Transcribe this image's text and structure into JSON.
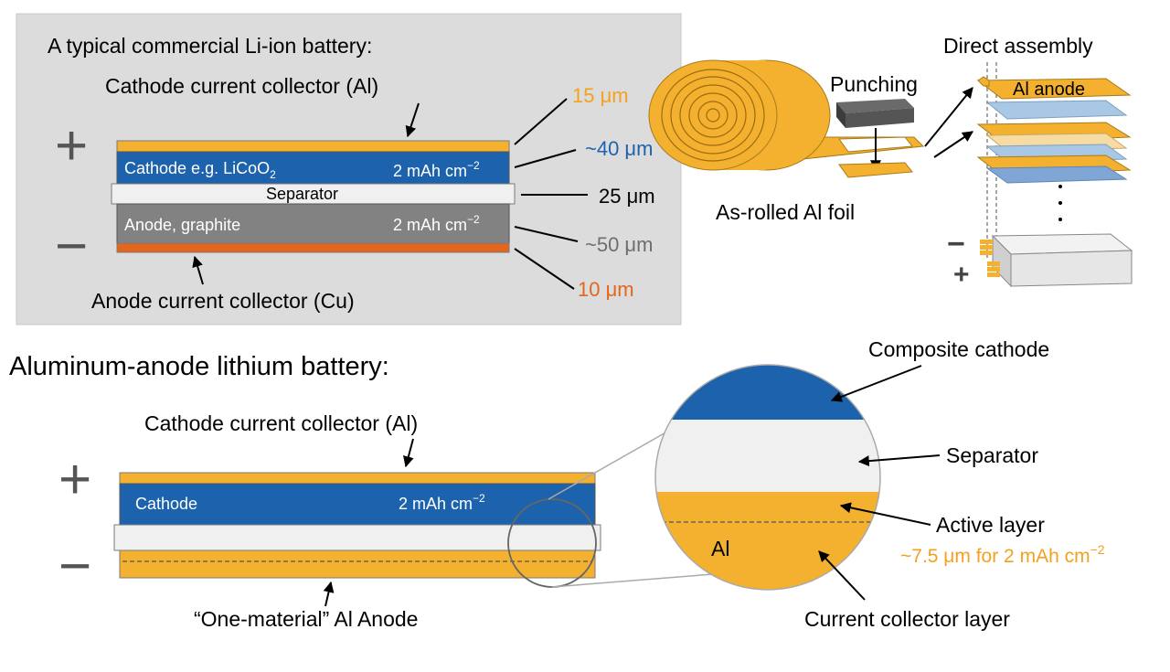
{
  "colors": {
    "orange": "#f3b12f",
    "blue": "#1d62ad",
    "dark_orange": "#e3661c",
    "gray_layer": "#828282",
    "separator": "#f0f0f0",
    "panel_bg": "#dcdcdc",
    "text_gray": "#6e6e6e",
    "light_blue": "#a9c8e6",
    "punch_gray": "#4a4a4a"
  },
  "top_panel": {
    "title": "A typical commercial Li-ion battery:",
    "cathode_collector_label": "Cathode current collector (Al)",
    "cathode_label": "Cathode e.g. LiCoO",
    "cathode_label_sub": "2",
    "cathode_capacity": "2 mAh cm",
    "capacity_exp": "−2",
    "separator_label": "Separator",
    "anode_label": "Anode, graphite",
    "anode_capacity": "2 mAh cm",
    "anode_collector_label": "Anode current collector (Cu)",
    "plus": "+",
    "minus": "−",
    "thickness": [
      "15 μm",
      "~40 μm",
      "25 μm",
      "~50 μm",
      "10 μm"
    ]
  },
  "assembly": {
    "punching_label": "Punching",
    "foil_label": "As-rolled Al foil",
    "direct_label": "Direct assembly",
    "al_anode_label": "Al anode",
    "minus": "−",
    "plus": "+"
  },
  "bottom": {
    "title": "Aluminum-anode lithium battery:",
    "cathode_collector_label": "Cathode current collector (Al)",
    "cathode_label": "Cathode",
    "cathode_capacity": "2 mAh cm",
    "capacity_exp": "−2",
    "anode_label": "“One-material” Al Anode",
    "plus": "+",
    "minus": "−"
  },
  "zoom": {
    "composite_cathode": "Composite cathode",
    "separator": "Separator",
    "active_layer": "Active layer",
    "active_thickness": "~7.5 μm for 2 mAh cm",
    "active_thickness_exp": "−2",
    "al_label": "Al",
    "collector_layer": "Current collector layer"
  }
}
